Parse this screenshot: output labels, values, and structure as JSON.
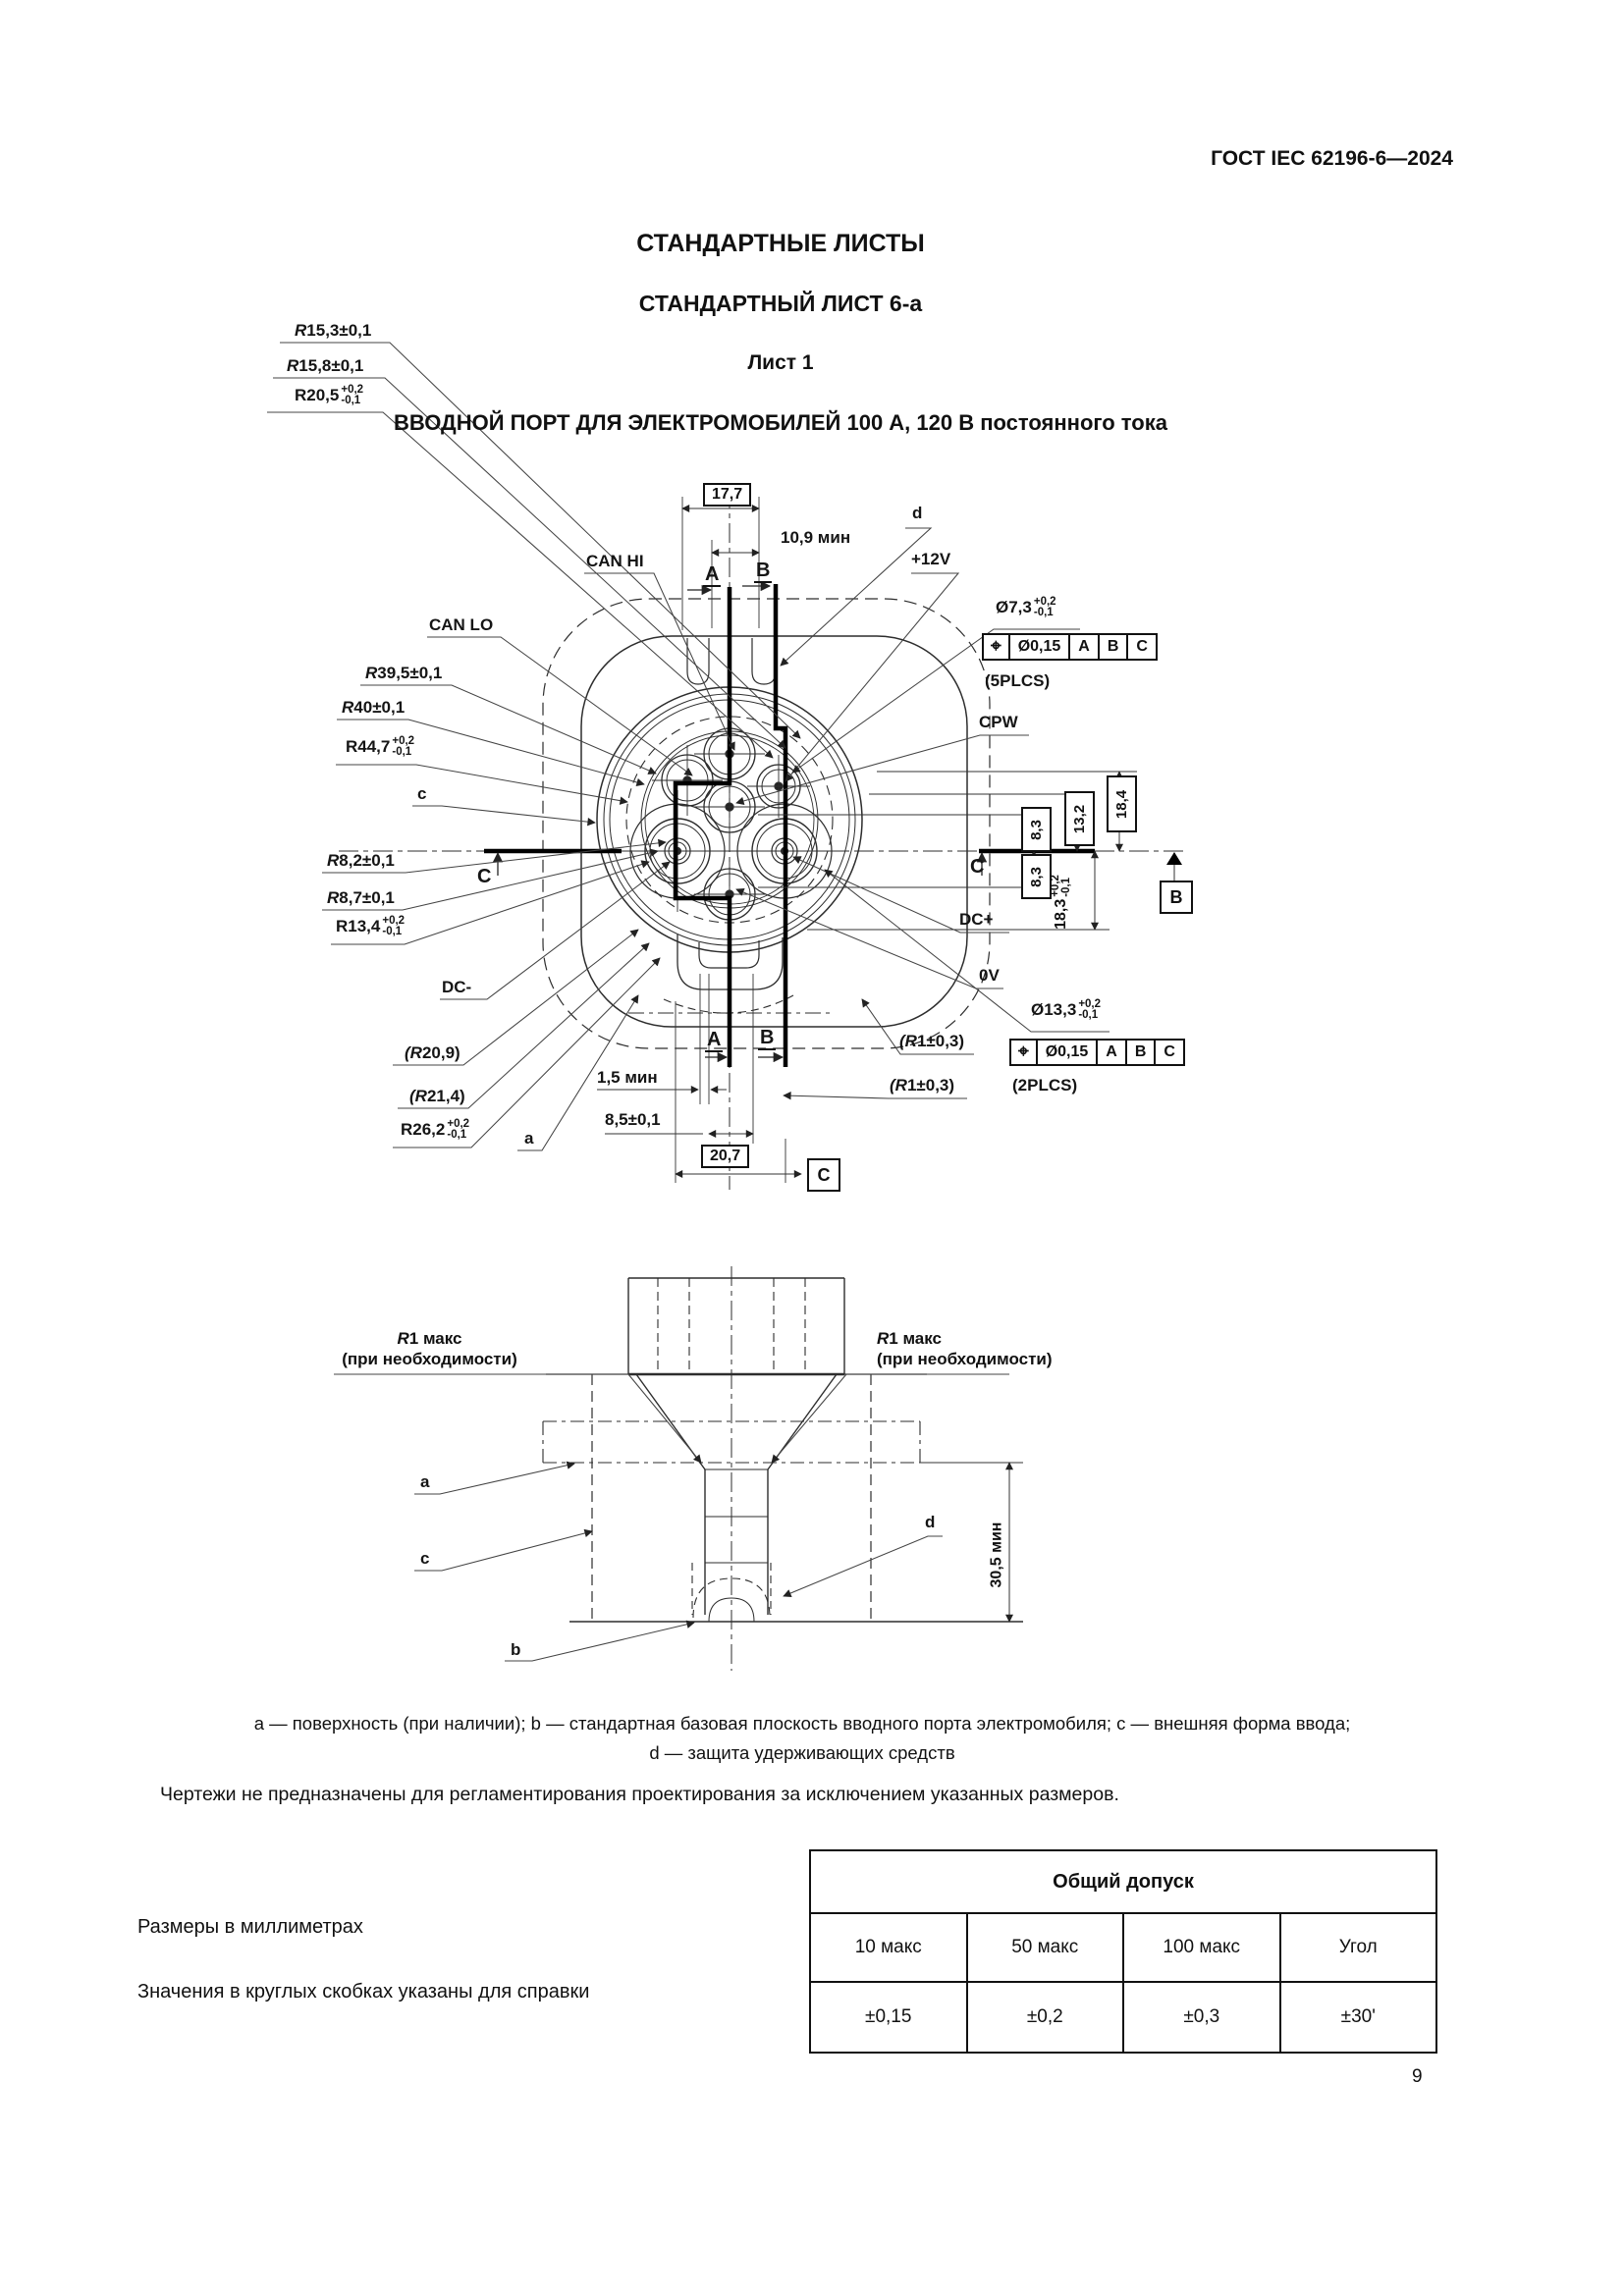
{
  "page": {
    "doc_number": "ГОСТ IEC 62196-6—2024",
    "title1": "СТАНДАРТНЫЕ ЛИСТЫ",
    "title2": "СТАНДАРТНЫЙ ЛИСТ 6-a",
    "sheet": "Лист 1",
    "drawing_title": "ВВОДНОЙ ПОРТ ДЛЯ ЭЛЕКТРОМОБИЛЕЙ 100 А, 120 В постоянного тока",
    "page_number": "9"
  },
  "view1": {
    "labels": {
      "r153": "R15,3±0,1",
      "r158": "R15,8±0,1",
      "r205": {
        "base": "R20,5",
        "tp": "+0,2",
        "tm": "-0,1"
      },
      "can_hi": "CAN HI",
      "can_lo": "CAN LO",
      "r395": "R39,5±0,1",
      "r40": "R40±0,1",
      "r447": {
        "base": "R44,7",
        "tp": "+0,2",
        "tm": "-0,1"
      },
      "c_small": "c",
      "r82": "R8,2±0,1",
      "r87": "R8,7±0,1",
      "r134": {
        "base": "R13,4",
        "tp": "+0,2",
        "tm": "-0,1"
      },
      "dc_minus": "DC-",
      "r209": "(R20,9)",
      "r214": "(R21,4)",
      "r262": {
        "base": "R26,2",
        "tp": "+0,2",
        "tm": "-0,1"
      },
      "a_small": "a",
      "dim_177": "17,7",
      "dim_109": "10,9 мин",
      "d_small": "d",
      "plus12v": "+12V",
      "phi73": {
        "base": "Ø7,3",
        "tp": "+0,2",
        "tm": "-0,1"
      },
      "fcf1": {
        "sym": "⌖",
        "tol": "Ø0,15",
        "d1": "A",
        "d2": "B",
        "d3": "C",
        "note": "(5PLCS)"
      },
      "cpw": "CPW",
      "dim_184": "18,4",
      "dim_132": "13,2",
      "dim_83a": "8,3",
      "dim_83b": "8,3",
      "dim_183": {
        "base": "18,3",
        "tp": "+0,2",
        "tm": "-0,1"
      },
      "datum_b": "B",
      "datum_c": "C",
      "dc_plus": "DC+",
      "zero_v": "0V",
      "phi133": {
        "base": "Ø13,3",
        "tp": "+0,2",
        "tm": "-0,1"
      },
      "fcf2": {
        "sym": "⌖",
        "tol": "Ø0,15",
        "d1": "A",
        "d2": "B",
        "d3": "C",
        "note": "(2PLCS)"
      },
      "r1a": "(R1±0,3)",
      "r1b": "(R1±0,3)",
      "dim_15": "1,5 мин",
      "dim_85": "8,5±0,1",
      "dim_207": "20,7",
      "sec_a": "A",
      "sec_b": "B",
      "sec_c": "C"
    }
  },
  "view2": {
    "labels": {
      "r1_line1": "R1 макс",
      "r1_line2": "(при необходимости)",
      "a": "a",
      "b": "b",
      "c": "c",
      "d": "d",
      "dim_305": "30,5 мин"
    }
  },
  "notes": {
    "legend_line1": "a — поверхность (при наличии); b — стандартная базовая плоскость вводного порта электромобиля; c — внешняя форма ввода;",
    "legend_line2": "d — защита удерживающих средств",
    "disclaimer": "Чертежи не предназначены для регламентирования проектирования за исключением указанных размеров.",
    "dim_note": "Размеры в миллиметрах",
    "paren_note": "Значения в круглых скобках указаны для справки"
  },
  "tolerance_table": {
    "title": "Общий допуск",
    "columns": [
      "10 макс",
      "50 макс",
      "100 макс",
      "Угол"
    ],
    "values": [
      "±0,15",
      "±0,2",
      "±0,3",
      "±30'"
    ]
  }
}
